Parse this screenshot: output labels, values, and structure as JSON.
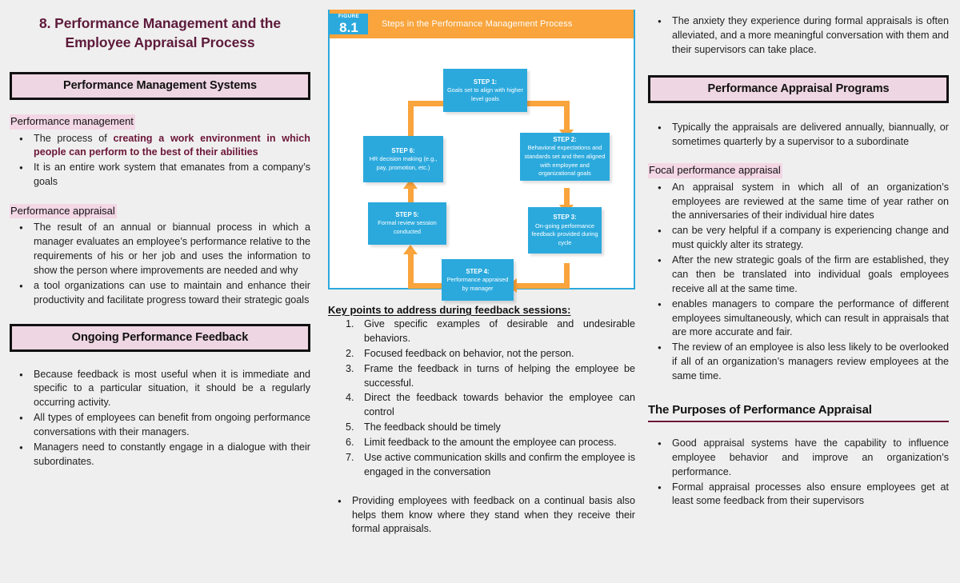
{
  "colors": {
    "page_background": "#f0efef",
    "title_maroon": "#5d1a3b",
    "header_box_fill": "#eed6e2",
    "header_box_border": "#111111",
    "term_highlight": "#f3d7e4",
    "figure_blue": "#2ba9dd",
    "figure_orange": "#f9a43c",
    "rule_maroon": "#6b1738"
  },
  "slide": {
    "title": "8. Performance Management and the Employee Appraisal Process"
  },
  "left": {
    "header1": "Performance Management Systems",
    "term1": "Performance management",
    "term1_bullets": [
      {
        "lead": "The process of ",
        "bold": "creating a work environment in which people can perform to the best of their abilities"
      },
      {
        "lead": "It is an entire work system that emanates from a company’s goals",
        "bold": ""
      }
    ],
    "term2": "Performance appraisal",
    "term2_bullets": [
      "The result of an annual or biannual process in which a manager evaluates an employee’s performance relative to the requirements of his or her job and uses the information to show the person where improvements are needed and why",
      "a tool organizations can use to maintain and enhance their productivity and facilitate progress toward their strategic goals"
    ],
    "header2": "Ongoing Performance Feedback",
    "header2_bullets": [
      "Because feedback is most useful when it is immediate and specific to a particular situation, it should be a regularly occurring activity.",
      "All types of employees can benefit from ongoing performance conversations with their managers.",
      "Managers need to constantly engage in a dialogue with their subordinates."
    ]
  },
  "figure": {
    "tag_word": "FIGURE",
    "tag_number": "8.1",
    "banner_title": "Steps in the Performance Management Process",
    "steps": [
      {
        "id": "step1",
        "title": "STEP 1:",
        "body": "Goals set to align with higher level goals"
      },
      {
        "id": "step2",
        "title": "STEP 2:",
        "body": "Behavioral expectations and standards set and then aligned with employee and organizational goals"
      },
      {
        "id": "step3",
        "title": "STEP 3:",
        "body": "On-going performance feedback provided during cycle"
      },
      {
        "id": "step4",
        "title": "STEP 4:",
        "body": "Performance appraised by manager"
      },
      {
        "id": "step5",
        "title": "STEP 5:",
        "body": "Formal review session conducted"
      },
      {
        "id": "step6",
        "title": "STEP 6:",
        "body": "HR decision making (e.g., pay, promotion, etc.)"
      }
    ]
  },
  "center": {
    "key_lead": "Key points to address during feedback sessions:",
    "key_points": [
      "Give specific examples of desirable and undesirable behaviors.",
      "Focused feedback on behavior, not the person.",
      " Frame the feedback in turns of helping the employee be successful.",
      "Direct the feedback towards behavior the employee can control",
      "The feedback should be timely",
      "Limit feedback to the amount the employee can process.",
      "Use active communication skills and confirm the employee is engaged in the conversation"
    ],
    "closing_bullet": "Providing employees with feedback on a continual basis also helps them know where they stand when they receive their formal appraisals."
  },
  "right": {
    "top_bullet": "The anxiety they experience during formal appraisals is often alleviated, and a more meaningful conversation with them and their supervisors can take place.",
    "header1": "Performance Appraisal Programs",
    "header1_bullets": [
      "Typically the appraisals are delivered annually, biannually, or sometimes quarterly by a supervisor to a subordinate"
    ],
    "term1": "Focal performance appraisal",
    "term1_bullets": [
      "An appraisal system in which all of an organization’s employees are reviewed at the same time of year rather on the anniversaries of their individual hire dates",
      "can be very helpful if a company is experiencing change and must quickly alter its strategy.",
      "After the new strategic goals of the firm are established, they can then be translated into individual goals employees receive all at the same time.",
      "enables managers to compare the performance of different employees simultaneously, which can result in appraisals that are more accurate and fair.",
      "The review of an employee is also less likely to be overlooked if all of an organization’s managers review employees at the same time."
    ],
    "header2": "The Purposes of Performance Appraisal",
    "header2_bullets": [
      "Good appraisal systems have the capability to influence employee behavior and improve an organization’s performance.",
      "Formal appraisal processes also ensure employees get at least some feedback from their supervisors"
    ]
  }
}
